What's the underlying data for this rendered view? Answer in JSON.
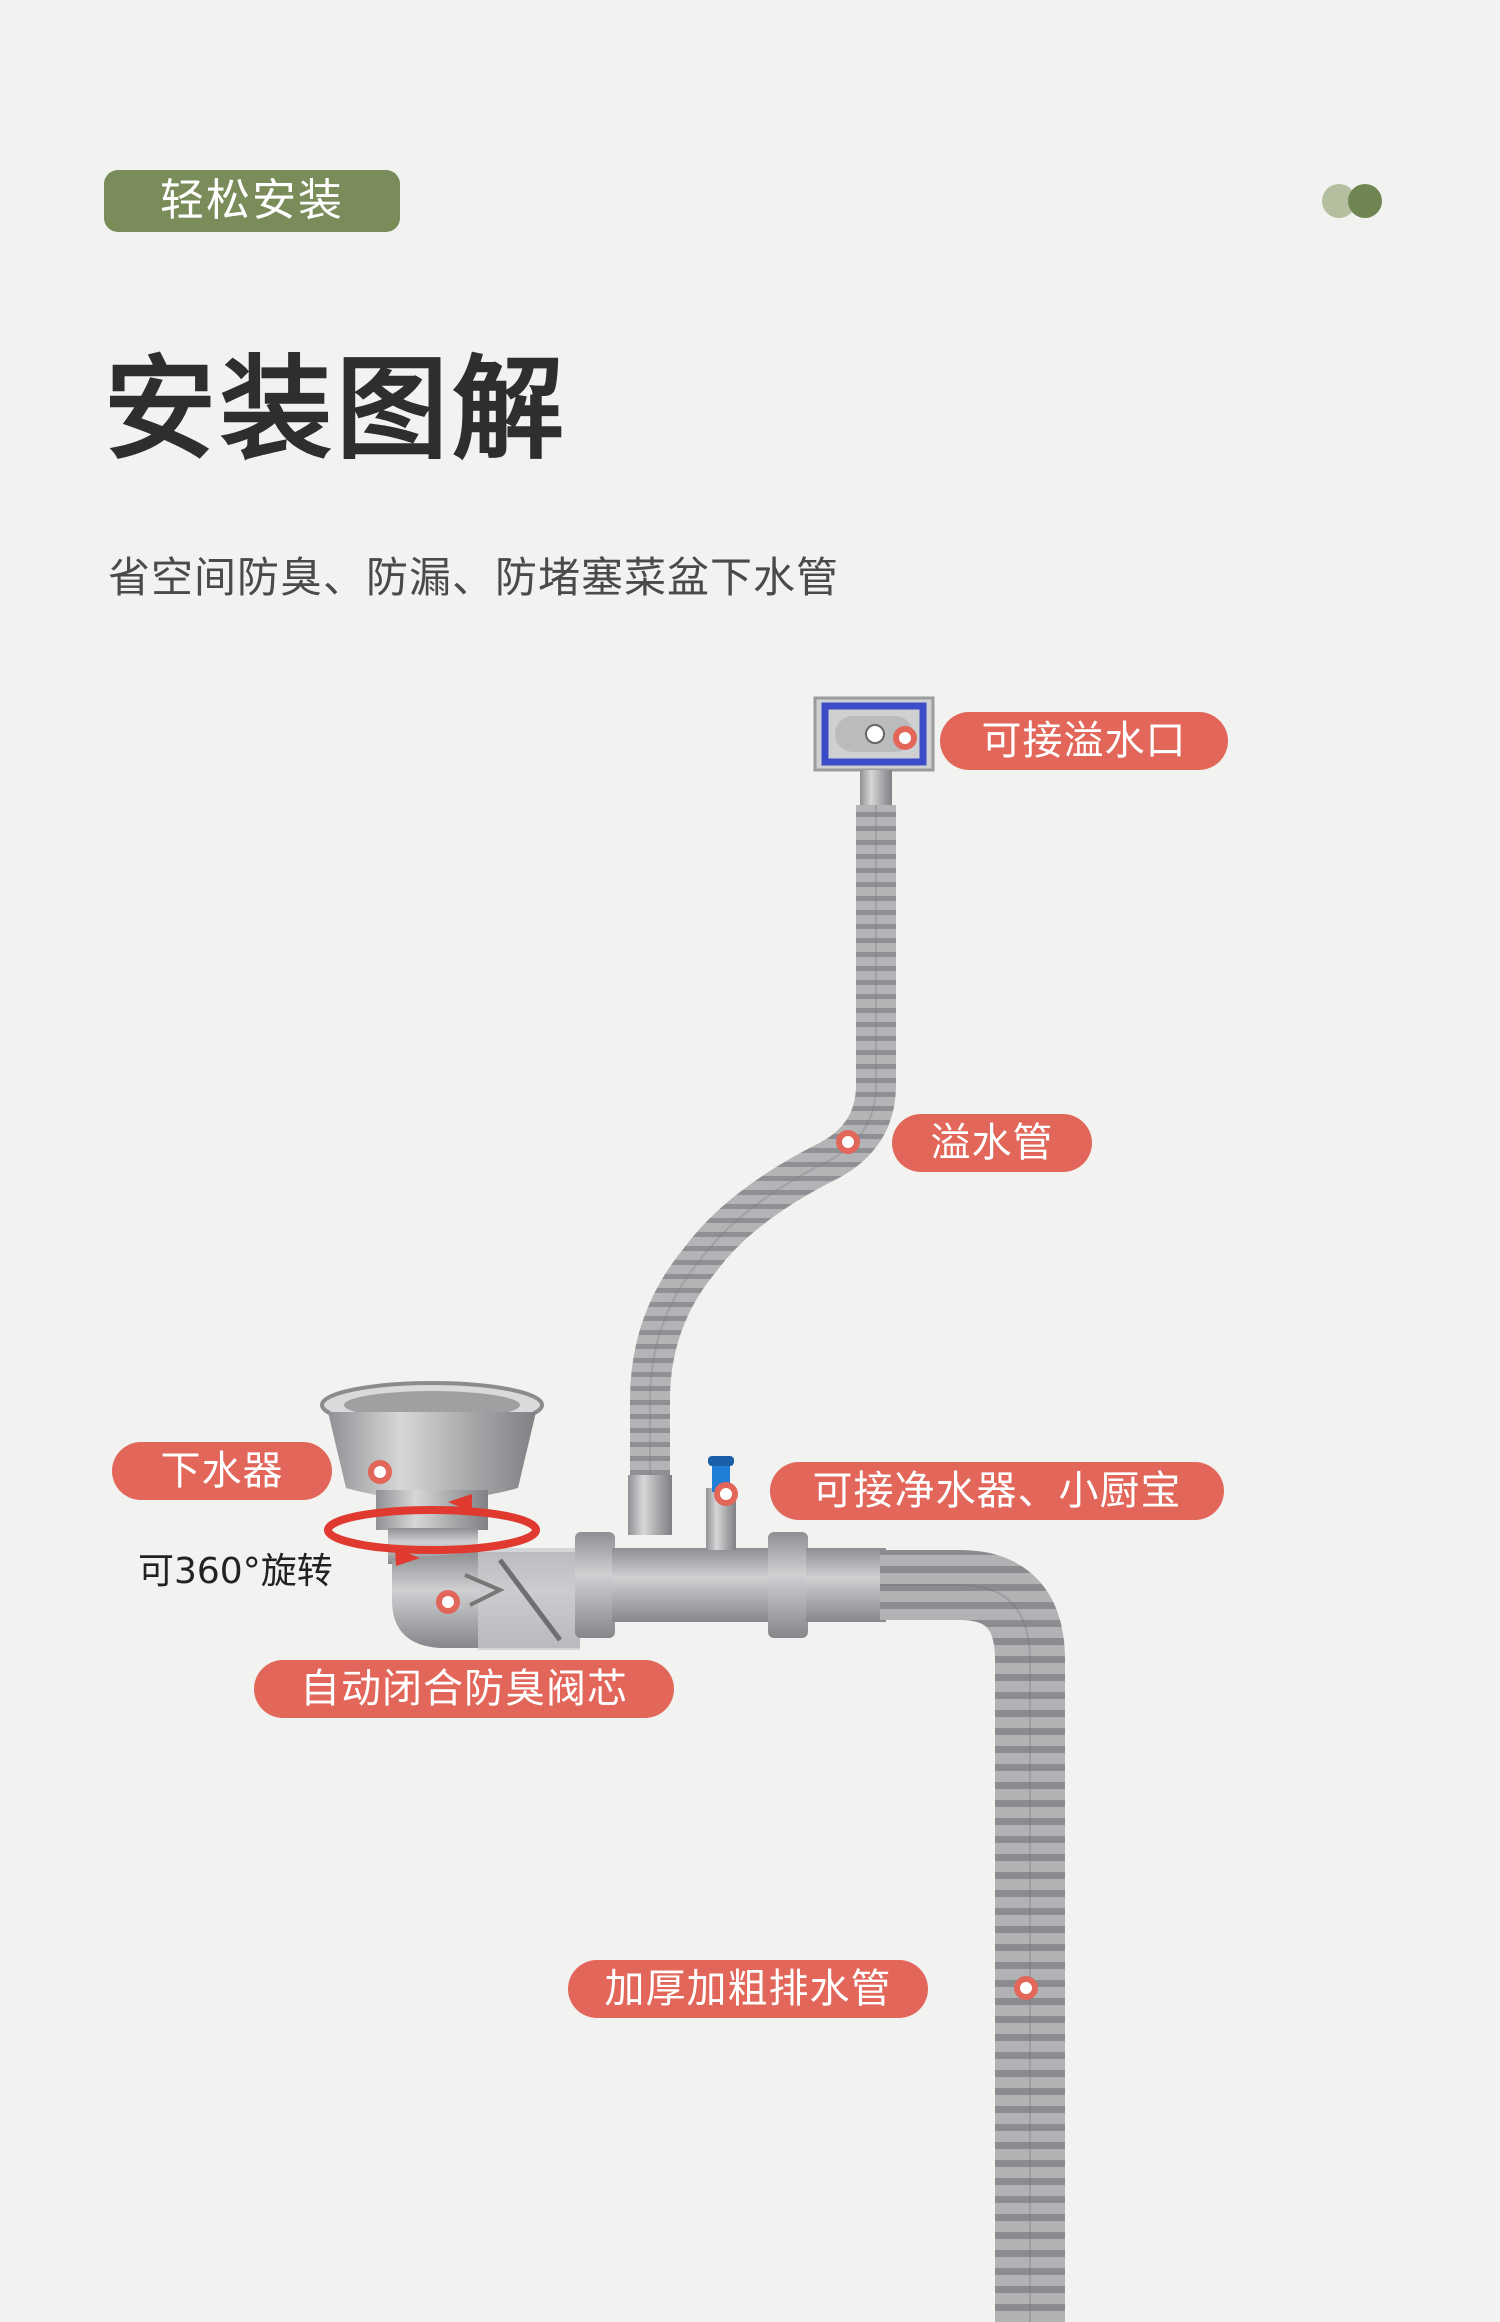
{
  "header": {
    "tag": "轻松安装",
    "title": "安装图解",
    "subtitle": "省空间防臭、防漏、防堵塞菜盆下水管"
  },
  "callouts": {
    "overflow_port": "可接溢水口",
    "overflow_pipe": "溢水管",
    "strainer": "下水器",
    "purifier_port": "可接净水器、小厨宝",
    "valve_core": "自动闭合防臭阀芯",
    "drain_pipe": "加厚加粗排水管"
  },
  "rotation_note": "可360°旋转",
  "colors": {
    "background": "#f2f2f0",
    "tag_green": "#7a8c5a",
    "callout_red": "#e2675a",
    "pipe_grey": "#a9abad",
    "overflow_frame_blue": "#3c4cc8",
    "valve_blue": "#1f7fd6"
  }
}
